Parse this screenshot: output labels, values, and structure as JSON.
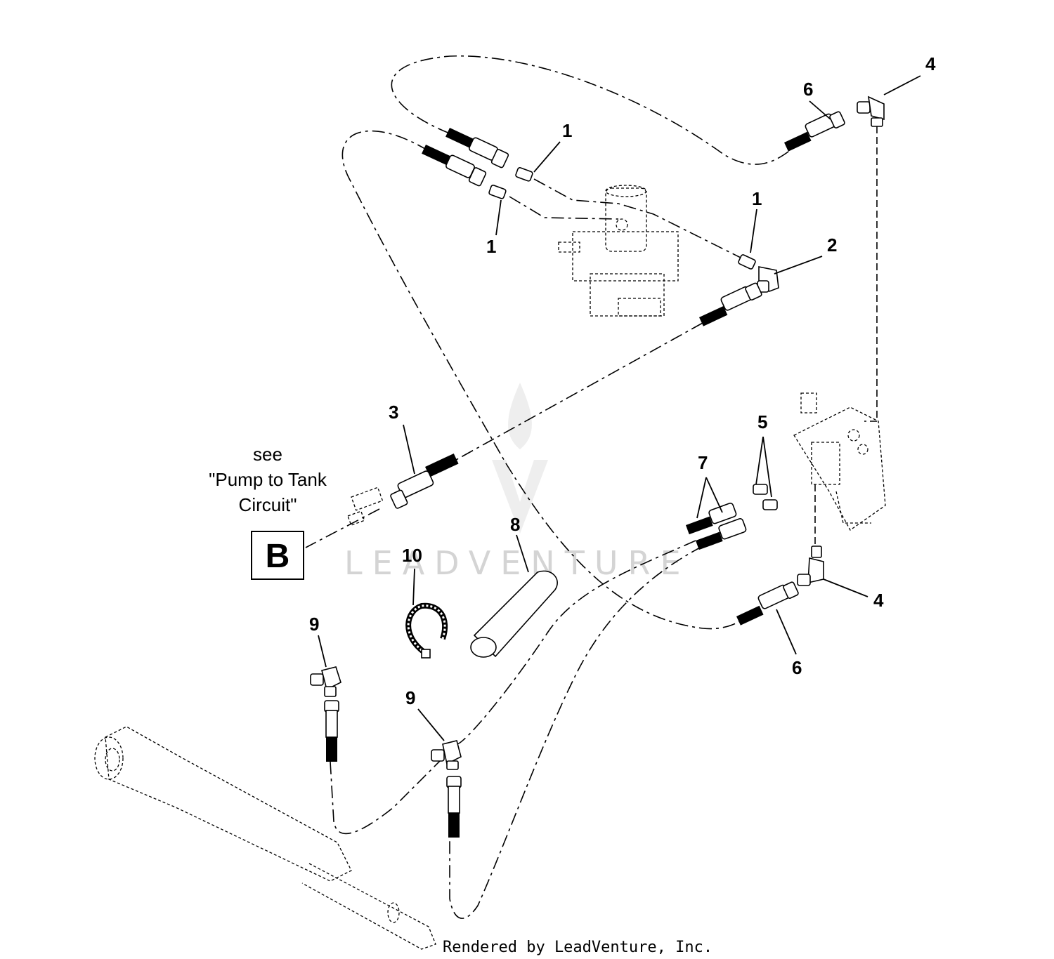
{
  "callouts": {
    "c1a": "1",
    "c1b": "1",
    "c1c": "1",
    "c2": "2",
    "c3": "3",
    "c4a": "4",
    "c4b": "4",
    "c5": "5",
    "c6a": "6",
    "c6b": "6",
    "c7": "7",
    "c8": "8",
    "c9a": "9",
    "c9b": "9",
    "c10": "10"
  },
  "reference_note": {
    "line1": "see",
    "line2": "\"Pump to Tank",
    "line3": "Circuit\"",
    "box_label": "B"
  },
  "watermark": "LEADVENTURE",
  "credit": "Rendered by LeadVenture, Inc.",
  "colors": {
    "ink": "#000000",
    "watermark": "#d4d4d4",
    "background": "#ffffff"
  }
}
